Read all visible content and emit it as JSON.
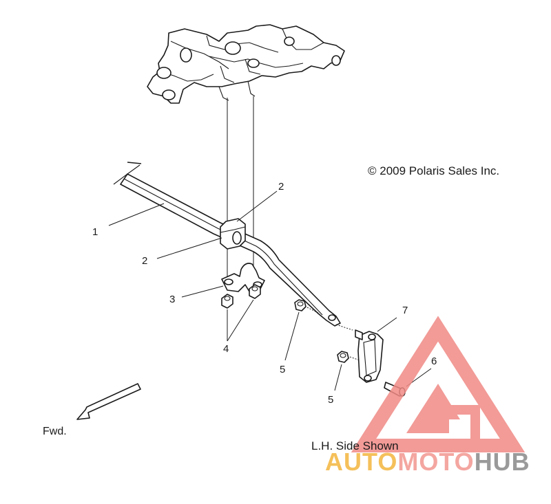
{
  "copyright": "© 2009 Polaris Sales Inc.",
  "caption": "L.H. Side Shown",
  "direction_label": "Fwd.",
  "callouts": [
    {
      "id": "1",
      "text": "1"
    },
    {
      "id": "2a",
      "text": "2"
    },
    {
      "id": "2b",
      "text": "2"
    },
    {
      "id": "3",
      "text": "3"
    },
    {
      "id": "4",
      "text": "4"
    },
    {
      "id": "5a",
      "text": "5"
    },
    {
      "id": "5b",
      "text": "5"
    },
    {
      "id": "6",
      "text": "6"
    },
    {
      "id": "7",
      "text": "7"
    }
  ],
  "watermark": {
    "part1": "AUTO",
    "part2": "MOTO",
    "part3": "HUB",
    "color_auto": "#f5c05a",
    "color_moto": "#f4a6a0",
    "color_hub": "#9a9a9a",
    "logo_color": "#f08a85"
  }
}
